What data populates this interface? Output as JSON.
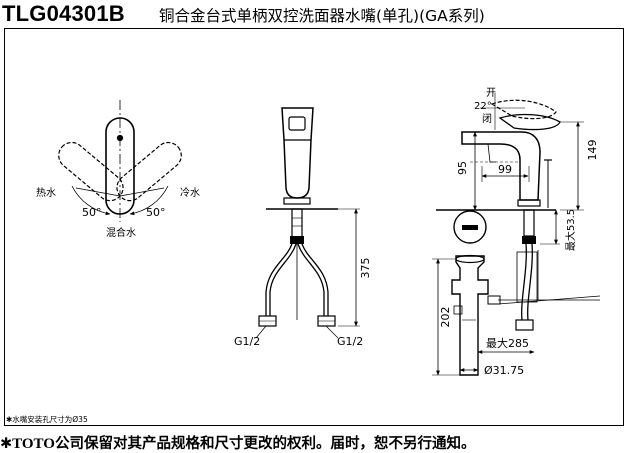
{
  "title": {
    "model": "TLG04301B",
    "name": "铜合金台式单柄双控洗面器水嘴(单孔)(GA系列)"
  },
  "top_view": {
    "hot_label": "热水",
    "cold_label": "冷水",
    "angle_left": "50°",
    "angle_right": "50°",
    "mix_label": "混合水"
  },
  "front_view": {
    "height_375": "375",
    "inlet_left": "G1/2",
    "inlet_right": "G1/2"
  },
  "side_view": {
    "open_label": "开",
    "angle_22": "22°",
    "close_label": "闭",
    "dim_95": "95",
    "dim_99": "99",
    "dim_149": "149",
    "max_53_5": "最大53.5",
    "dim_202": "202",
    "max_285": "最大285",
    "dia_31_75": "Ø31.75"
  },
  "footnote": "✱水嘴安装孔尺寸为Ø35",
  "disclaimer": {
    "star": "✱",
    "brand": "TOTO",
    "text": "公司保留对其产品规格和尺寸更改的权利。届时，恕不另行通知。"
  }
}
